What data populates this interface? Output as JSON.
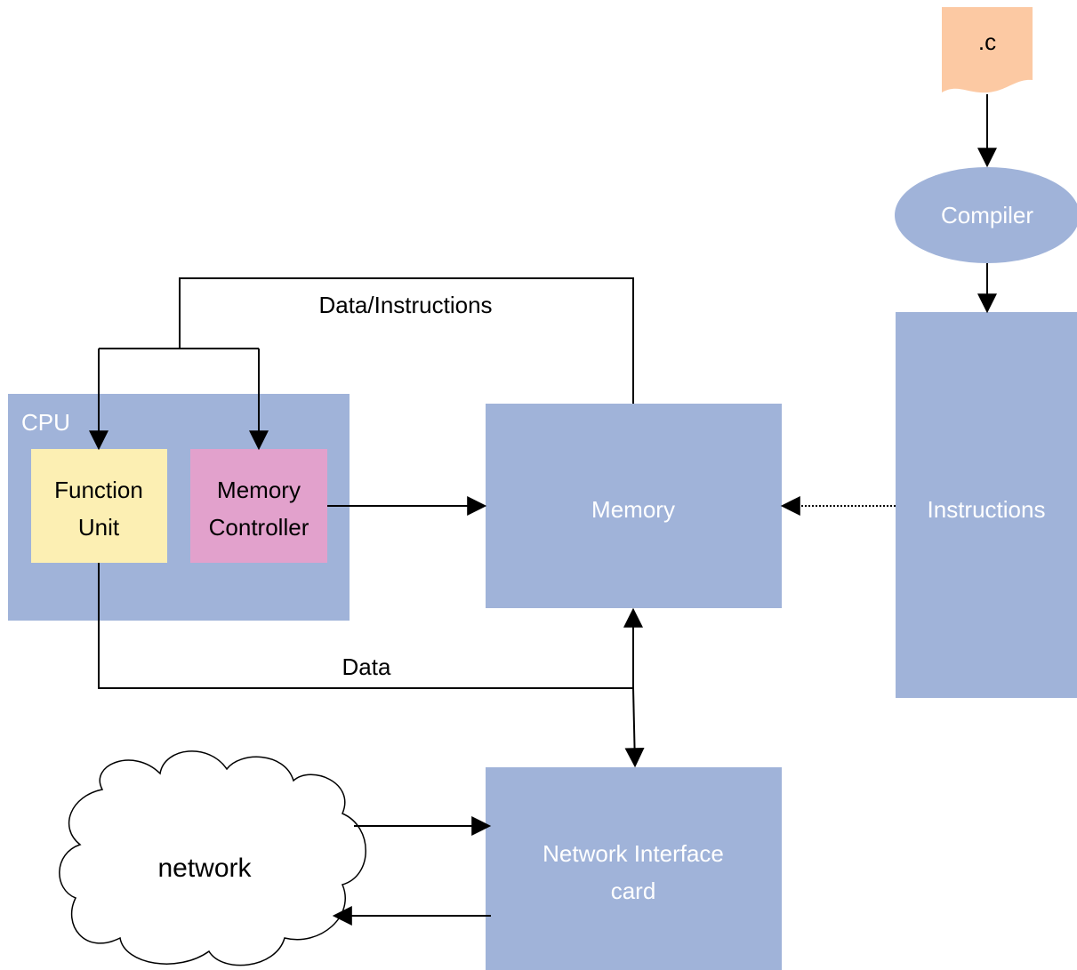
{
  "colors": {
    "node": "#a0b3d9",
    "function_unit": "#fcefb3",
    "memory_controller": "#e2a1cc",
    "source_file": "#fcc9a3",
    "cloud": "#ffffff",
    "node_text": "#ffffff",
    "edge": "#000000"
  },
  "nodes": {
    "source_file": ".c",
    "compiler": "Compiler",
    "instructions": "Instructions",
    "cpu": "CPU",
    "function_unit": [
      "Function",
      "Unit"
    ],
    "memory_controller": [
      "Memory",
      "Controller"
    ],
    "memory": "Memory",
    "nic": [
      "Network Interface",
      "card"
    ],
    "network": "network"
  },
  "edges": {
    "data_instructions": "Data/Instructions",
    "data": "Data"
  }
}
